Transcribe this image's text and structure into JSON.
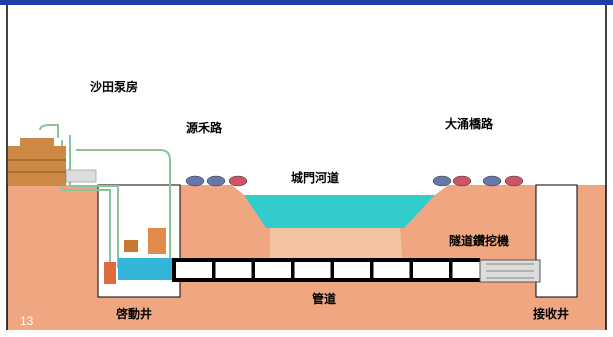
{
  "labels": {
    "pump_house": "沙田泵房",
    "road_left": "源禾路",
    "road_right": "大涌橋路",
    "river": "城門河道",
    "tbm": "隧道鑽挖機",
    "pipe": "管道",
    "launch_shaft": "啓動井",
    "receiving_shaft": "接收井"
  },
  "slide_number": "13",
  "colors": {
    "header_bar": "#1f3fa8",
    "frame": "#000000",
    "soil": "#f0a781",
    "soil_light": "#f4c4a2",
    "water": "#33cccc",
    "shaft_fill": "#ffffff",
    "pipe_segment": "#ffffff",
    "pipe_line": "#000000",
    "pump_house": "#cc8844",
    "shaft_pipes": "#8bc49b"
  }
}
